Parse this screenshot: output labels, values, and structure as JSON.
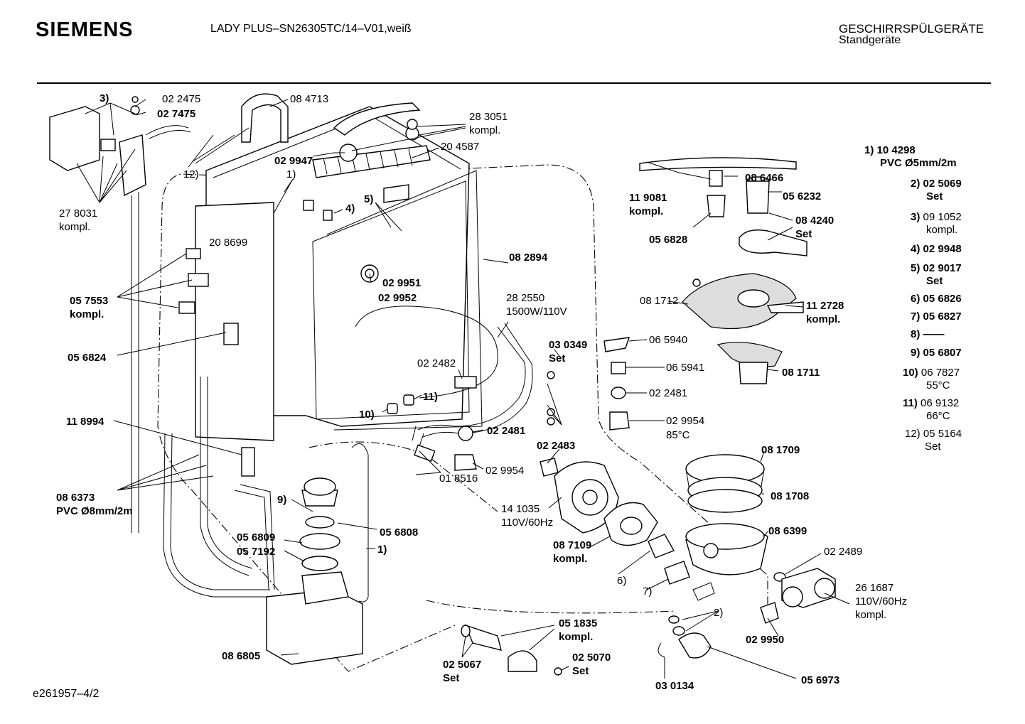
{
  "header": {
    "brand": "SIEMENS",
    "model": "LADY PLUS–SN26305TC/14–V01,weiß",
    "category_line1": "GESCHIRRSPÜLGERÄTE",
    "category_line2": "Standgeräte"
  },
  "footer": {
    "drawing_id": "e261957–4/2"
  },
  "labels": {
    "l022475": "02 2475",
    "l027475": "02 7475",
    "l3": "3)",
    "l084713": "08 4713",
    "l283051": "28 3051",
    "l283051b": "kompl.",
    "l029947": "02 9947",
    "l204587": "20 4587",
    "l12": "12)",
    "l1a": "1)",
    "l5": "5)",
    "l4": "4)",
    "l278031": "27 8031",
    "l278031b": "kompl.",
    "l208699": "20 8699",
    "l057553": "05 7553",
    "l057553b": "kompl.",
    "l056824": "05 6824",
    "l118994": "11 8994",
    "l086373": "08 6373",
    "l086373b": "PVC Ø8mm/2m",
    "l029951": "02 9951",
    "l029952": "02 9952",
    "l082894": "08 2894",
    "l282550": "28 2550",
    "l282550b": "1500W/110V",
    "l022482": "02 2482",
    "l11": "11)",
    "l10": "10)",
    "l022481a": "02 2481",
    "l029954a": "02 9954",
    "l018516": "01 8516",
    "l9": "9)",
    "l056809": "05 6809",
    "l057192": "05 7192",
    "l056808": "05 6808",
    "l1b": "1)",
    "l086805": "08 6805",
    "l051835": "05 1835",
    "l051835b": "kompl.",
    "l025067": "02 5067",
    "l025067b": "Set",
    "l025070": "02 5070",
    "l025070b": "Set",
    "l119081": "11 9081",
    "l119081b": "kompl.",
    "l086466": "08 6466",
    "l056232": "05 6232",
    "l084240": "08 4240",
    "l084240b": "Set",
    "l056828": "05 6828",
    "l081712": "08 1712",
    "l112728": "11 2728",
    "l112728b": "kompl.",
    "l030349": "03 0349",
    "l030349b": "Set",
    "l065940": "06 5940",
    "l065941": "06 5941",
    "l022481b": "02 2481",
    "l029954b": "02 9954",
    "l029954c": "85°C",
    "l081711": "08 1711",
    "l022483": "02 2483",
    "l081709": "08 1709",
    "l081708": "08 1708",
    "l141035": "14 1035",
    "l141035b": "110V/60Hz",
    "l086399": "08 6399",
    "l087109": "08 7109",
    "l087109b": "kompl.",
    "l022489": "02 2489",
    "l6": "6)",
    "l7": "7)",
    "l261687": "26 1687",
    "l261687b": "110V/60Hz",
    "l261687c": "kompl.",
    "l2": "2)",
    "l029950": "02 9950",
    "l030134": "03 0134",
    "l056973": "05 6973"
  },
  "legend": [
    {
      "num": "1)",
      "code": "10 4298",
      "sub": "PVC Ø5mm/2m",
      "bold": true
    },
    {
      "num": "2)",
      "code": "02 5069",
      "sub": "Set",
      "bold": true
    },
    {
      "num": "3)",
      "code": "09 1052",
      "sub": "kompl.",
      "bold": false
    },
    {
      "num": "4)",
      "code": "02 9948",
      "sub": "",
      "bold": true
    },
    {
      "num": "5)",
      "code": "02 9017",
      "sub": "Set",
      "bold": true
    },
    {
      "num": "6)",
      "code": "05 6826",
      "sub": "",
      "bold": true
    },
    {
      "num": "7)",
      "code": "05 6827",
      "sub": "",
      "bold": true
    },
    {
      "num": "8)",
      "code": "——",
      "sub": "",
      "bold": true
    },
    {
      "num": "9)",
      "code": "05 6807",
      "sub": "",
      "bold": true
    },
    {
      "num": "10)",
      "code": "06 7827",
      "sub": "55°C",
      "bold": false
    },
    {
      "num": "11)",
      "code": "06 9132",
      "sub": "66°C",
      "bold": false
    },
    {
      "num": "12)",
      "code": "05 5164",
      "sub": "Set",
      "bold": false
    }
  ]
}
